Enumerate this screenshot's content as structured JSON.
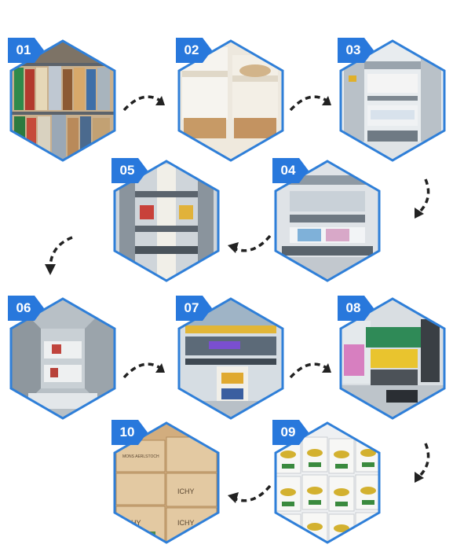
{
  "colors": {
    "hex_border": "#2f7fd8",
    "badge": "#2878dc",
    "arrow": "#222222"
  },
  "steps": [
    {
      "number": "01",
      "scene": "film rolls stored on warehouse shelves",
      "icon": "warehouse-shelf-icon"
    },
    {
      "number": "02",
      "scene": "wrapped raw material rolls",
      "icon": "film-roll-icon"
    },
    {
      "number": "03",
      "scene": "printing machine",
      "icon": "printing-machine-icon"
    },
    {
      "number": "04",
      "scene": "printing rollers",
      "icon": "roller-icon"
    },
    {
      "number": "05",
      "scene": "laminating machine",
      "icon": "laminating-machine-icon"
    },
    {
      "number": "06",
      "scene": "curing room",
      "icon": "curing-room-icon"
    },
    {
      "number": "07",
      "scene": "slitting machine",
      "icon": "slitting-machine-icon"
    },
    {
      "number": "08",
      "scene": "bag making machine",
      "icon": "bag-machine-icon"
    },
    {
      "number": "09",
      "scene": "finished printed bags",
      "icon": "bag-stack-icon"
    },
    {
      "number": "10",
      "scene": "packed cartons",
      "icon": "carton-stack-icon"
    }
  ],
  "cartons": {
    "label_a": "ICHY",
    "label_b": "MONS AERLSTOCH"
  }
}
